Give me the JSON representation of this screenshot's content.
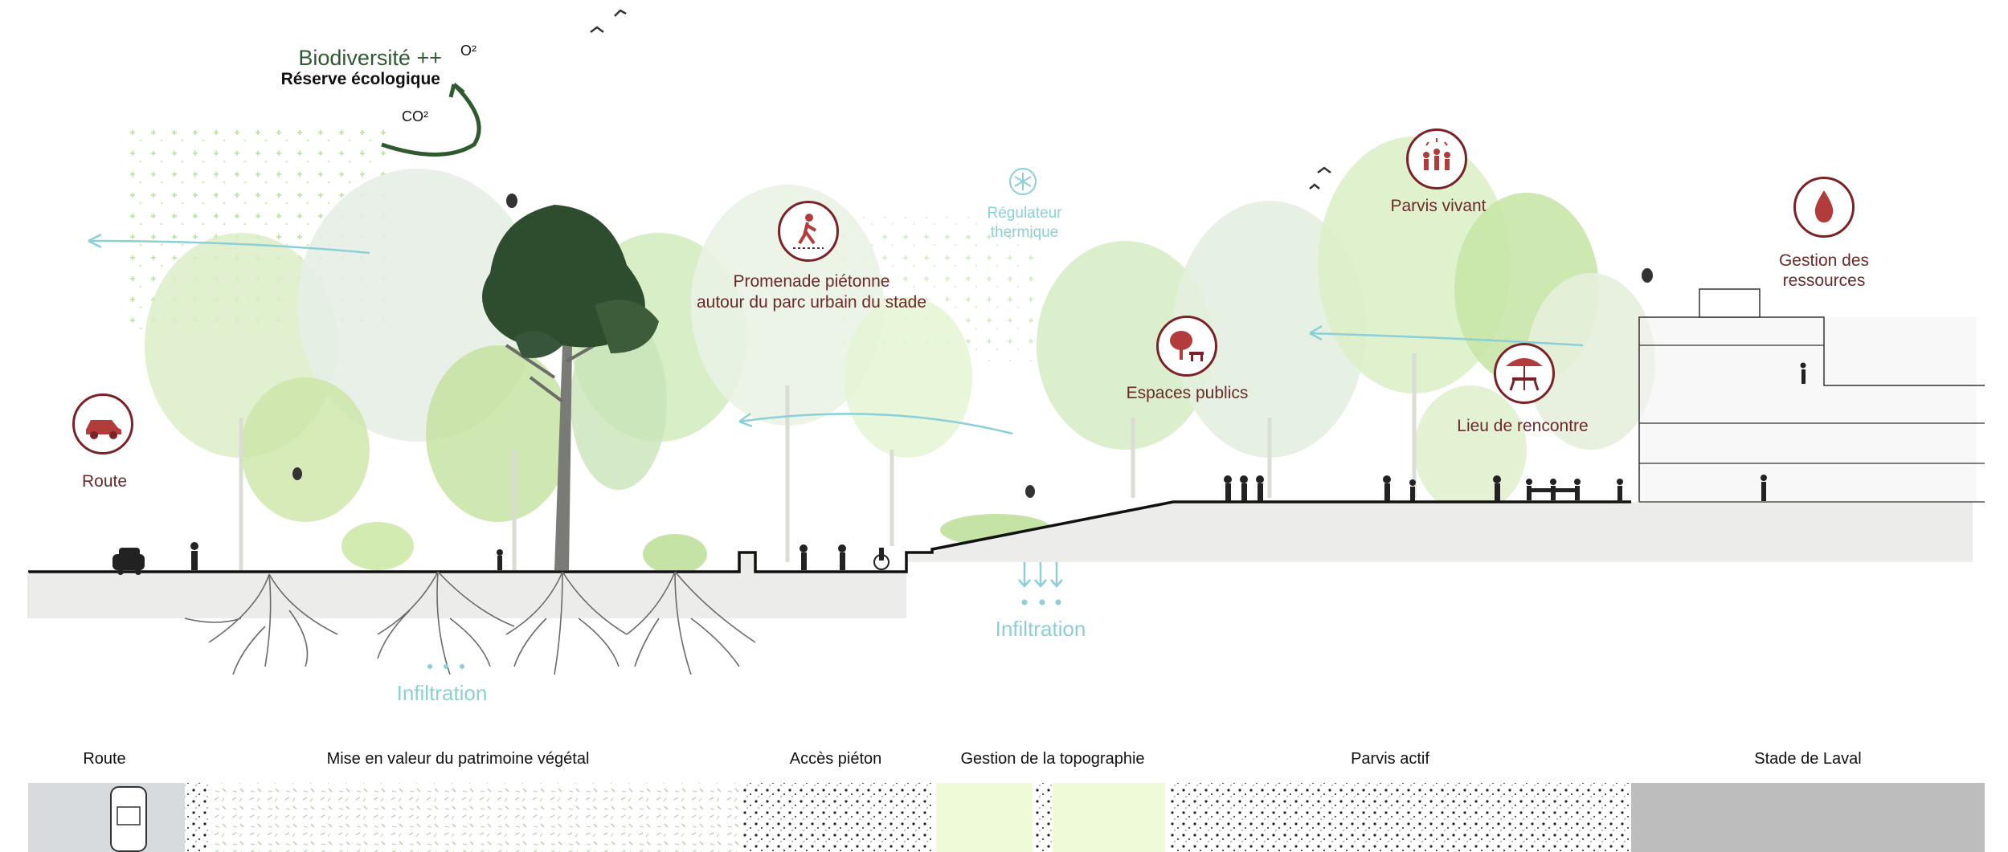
{
  "top_labels": {
    "biodiversity": "Biodiversité ++",
    "reserve": "Réserve écologique",
    "o2": "O²",
    "co2": "CO²"
  },
  "callouts": {
    "route": "Route",
    "promenade_l1": "Promenade piétonne",
    "promenade_l2": "autour du parc urbain du stade",
    "regulateur_l1": "Régulateur",
    "regulateur_l2": "thermique",
    "parvis_vivant": "Parvis vivant",
    "espaces_publics": "Espaces publics",
    "lieu_rencontre": "Lieu de rencontre",
    "gestion_ressources_l1": "Gestion des",
    "gestion_ressources_l2": "ressources",
    "infiltration_left": "Infiltration",
    "infiltration_center": "Infiltration"
  },
  "bands": [
    {
      "label": "Route"
    },
    {
      "label": "Mise en valeur du patrimoine végétal"
    },
    {
      "label": "Accès piéton"
    },
    {
      "label": "Gestion de la topographie"
    },
    {
      "label": "Parvis actif"
    },
    {
      "label": "Stade de Laval"
    }
  ],
  "colors": {
    "maroon": "#7a2226",
    "cyan": "#8ccfd8",
    "green_dark": "#2f5a2f",
    "ground": "#ececea",
    "band_road": "#d7dbdd",
    "band_stadium": "#bdbdbd",
    "band_topo": "#eefad8"
  },
  "icons": [
    "car-icon",
    "pedestrian-icon",
    "snowflake-icon",
    "crowd-icon",
    "tree-bench-icon",
    "picnic-icon",
    "water-drop-icon"
  ]
}
